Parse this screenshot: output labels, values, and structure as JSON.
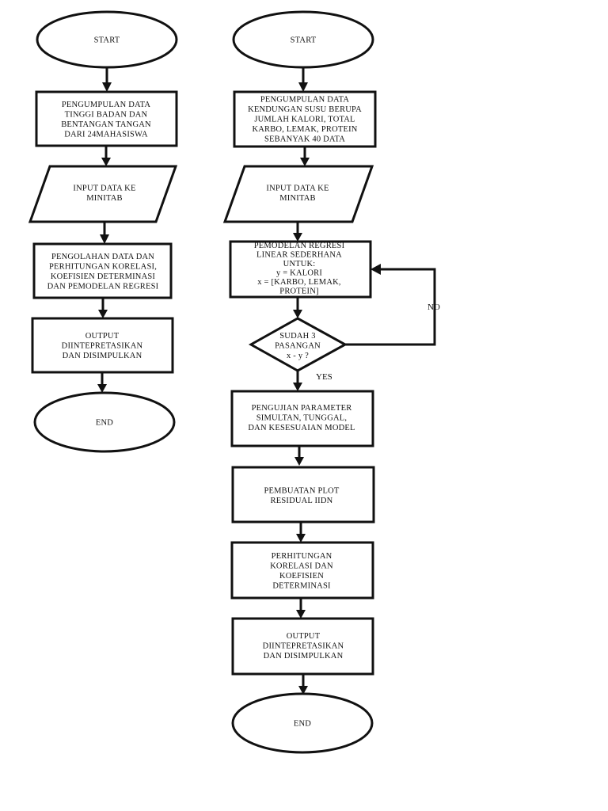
{
  "left": {
    "start": "START",
    "collect": [
      "PENGUMPULAN DATA",
      "TINGGI BADAN DAN",
      "BENTANGAN TANGAN",
      "DARI 24MAHASISWA"
    ],
    "input": [
      "INPUT DATA KE",
      "MINITAB"
    ],
    "process": [
      "PENGOLAHAN DATA DAN",
      "PERHITUNGAN KORELASI,",
      "KOEFISIEN DETERMINASI",
      "DAN PEMODELAN REGRESI"
    ],
    "output": [
      "OUTPUT",
      "DIINTEPRETASIKAN",
      "DAN DISIMPULKAN"
    ],
    "end": "END"
  },
  "right": {
    "start": "START",
    "collect": [
      "PENGUMPULAN DATA",
      "KENDUNGAN SUSU BERUPA",
      "JUMLAH KALORI, TOTAL",
      "KARBO, LEMAK, PROTEIN",
      "SEBANYAK 40 DATA"
    ],
    "input": [
      "INPUT DATA KE",
      "MINITAB"
    ],
    "model": [
      "PEMODELAN REGRESI",
      "LINEAR SEDERHANA",
      "UNTUK:",
      "y = KALORI",
      "x = [KARBO, LEMAK,",
      "PROTEIN]"
    ],
    "decision": [
      "SUDAH 3",
      "PASANGAN",
      "x - y ?"
    ],
    "no_label": "NO",
    "yes_label": "YES",
    "test": [
      "PENGUJIAN PARAMETER",
      "SIMULTAN, TUNGGAL,",
      "DAN KESESUAIAN MODEL"
    ],
    "plot": [
      "PEMBUATAN PLOT",
      "RESIDUAL IIDN"
    ],
    "corr": [
      "PERHITUNGAN",
      "KORELASI DAN",
      "KOEFISIEN",
      "DETERMINASI"
    ],
    "output": [
      "OUTPUT",
      "DIINTEPRETASIKAN",
      "DAN DISIMPULKAN"
    ],
    "end": "END"
  }
}
